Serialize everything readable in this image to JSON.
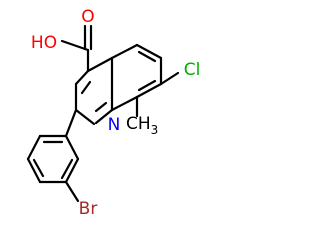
{
  "molecule": {
    "atoms": {
      "carboxyl_oxygen": {
        "text": "O",
        "color": "#ff0000"
      },
      "hydroxyl": {
        "text": "HO",
        "color": "#ff0000"
      },
      "nitrogen": {
        "text": "N",
        "color": "#0000ff"
      },
      "chlorine": {
        "text": "Cl",
        "color": "#00b000"
      },
      "methyl": {
        "text": "CH",
        "subscript": "3",
        "color": "#000000"
      },
      "bromine": {
        "text": "Br",
        "color": "#a52a2a"
      }
    },
    "bond_color": "#000000"
  }
}
